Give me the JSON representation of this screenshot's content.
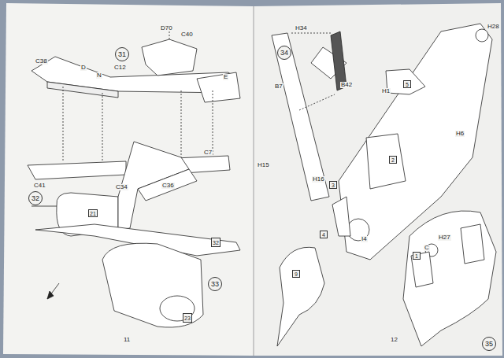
{
  "diagram": {
    "nodes": [
      {
        "text": [
          "31"
        ]
      },
      {
        "text": [
          "32"
        ]
      },
      {
        "text": [
          "21"
        ]
      },
      {
        "text": [
          "33"
        ]
      },
      {
        "text": [
          "32"
        ]
      },
      {
        "text": [
          "23"
        ]
      },
      {
        "text": [
          "34"
        ]
      },
      {
        "text": [
          "5"
        ]
      },
      {
        "text": [
          "2"
        ]
      },
      {
        "text": [
          "3"
        ]
      },
      {
        "text": [
          "4"
        ]
      },
      {
        "text": [
          "9"
        ]
      },
      {
        "text": [
          "1"
        ]
      },
      {
        "text": [
          "35"
        ]
      }
    ],
    "labels": [
      "D70",
      "C40",
      "C38",
      "D",
      "N",
      "C12",
      "E",
      "C41",
      "C7",
      "C34",
      "C36",
      "11",
      "H34",
      "B7",
      "B42",
      "H15",
      "H16",
      "H28",
      "H1",
      "H6",
      "I4",
      "H27",
      "C",
      "12"
    ]
  }
}
